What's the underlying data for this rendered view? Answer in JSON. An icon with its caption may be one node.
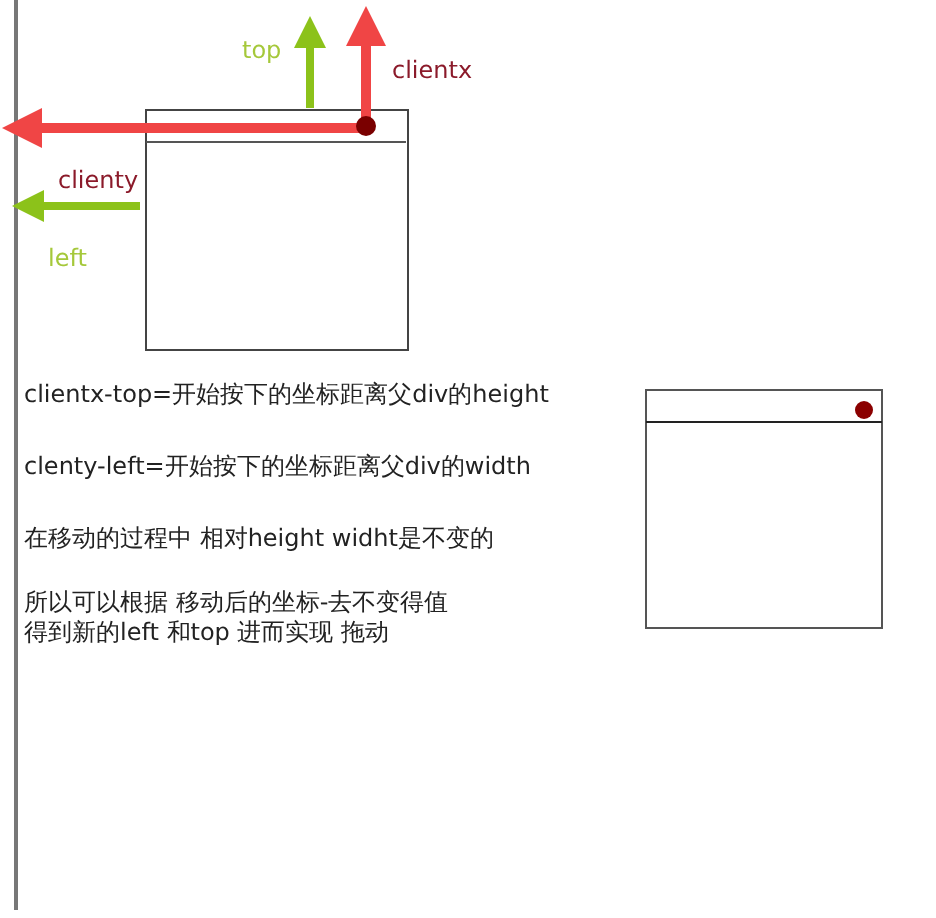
{
  "diagram": {
    "labels": [
      "top",
      "clientx",
      "clienty",
      "left",
      "clientx-top=开始按下的坐标距离父div的height",
      "clenty-left=开始按下的坐标距离父div的width",
      "在移动的过程中 相对height widht是不变的",
      "所以可以根据 移动后的坐标-去不变得值",
      "得到新的left 和top 进而实现 拖动"
    ]
  }
}
